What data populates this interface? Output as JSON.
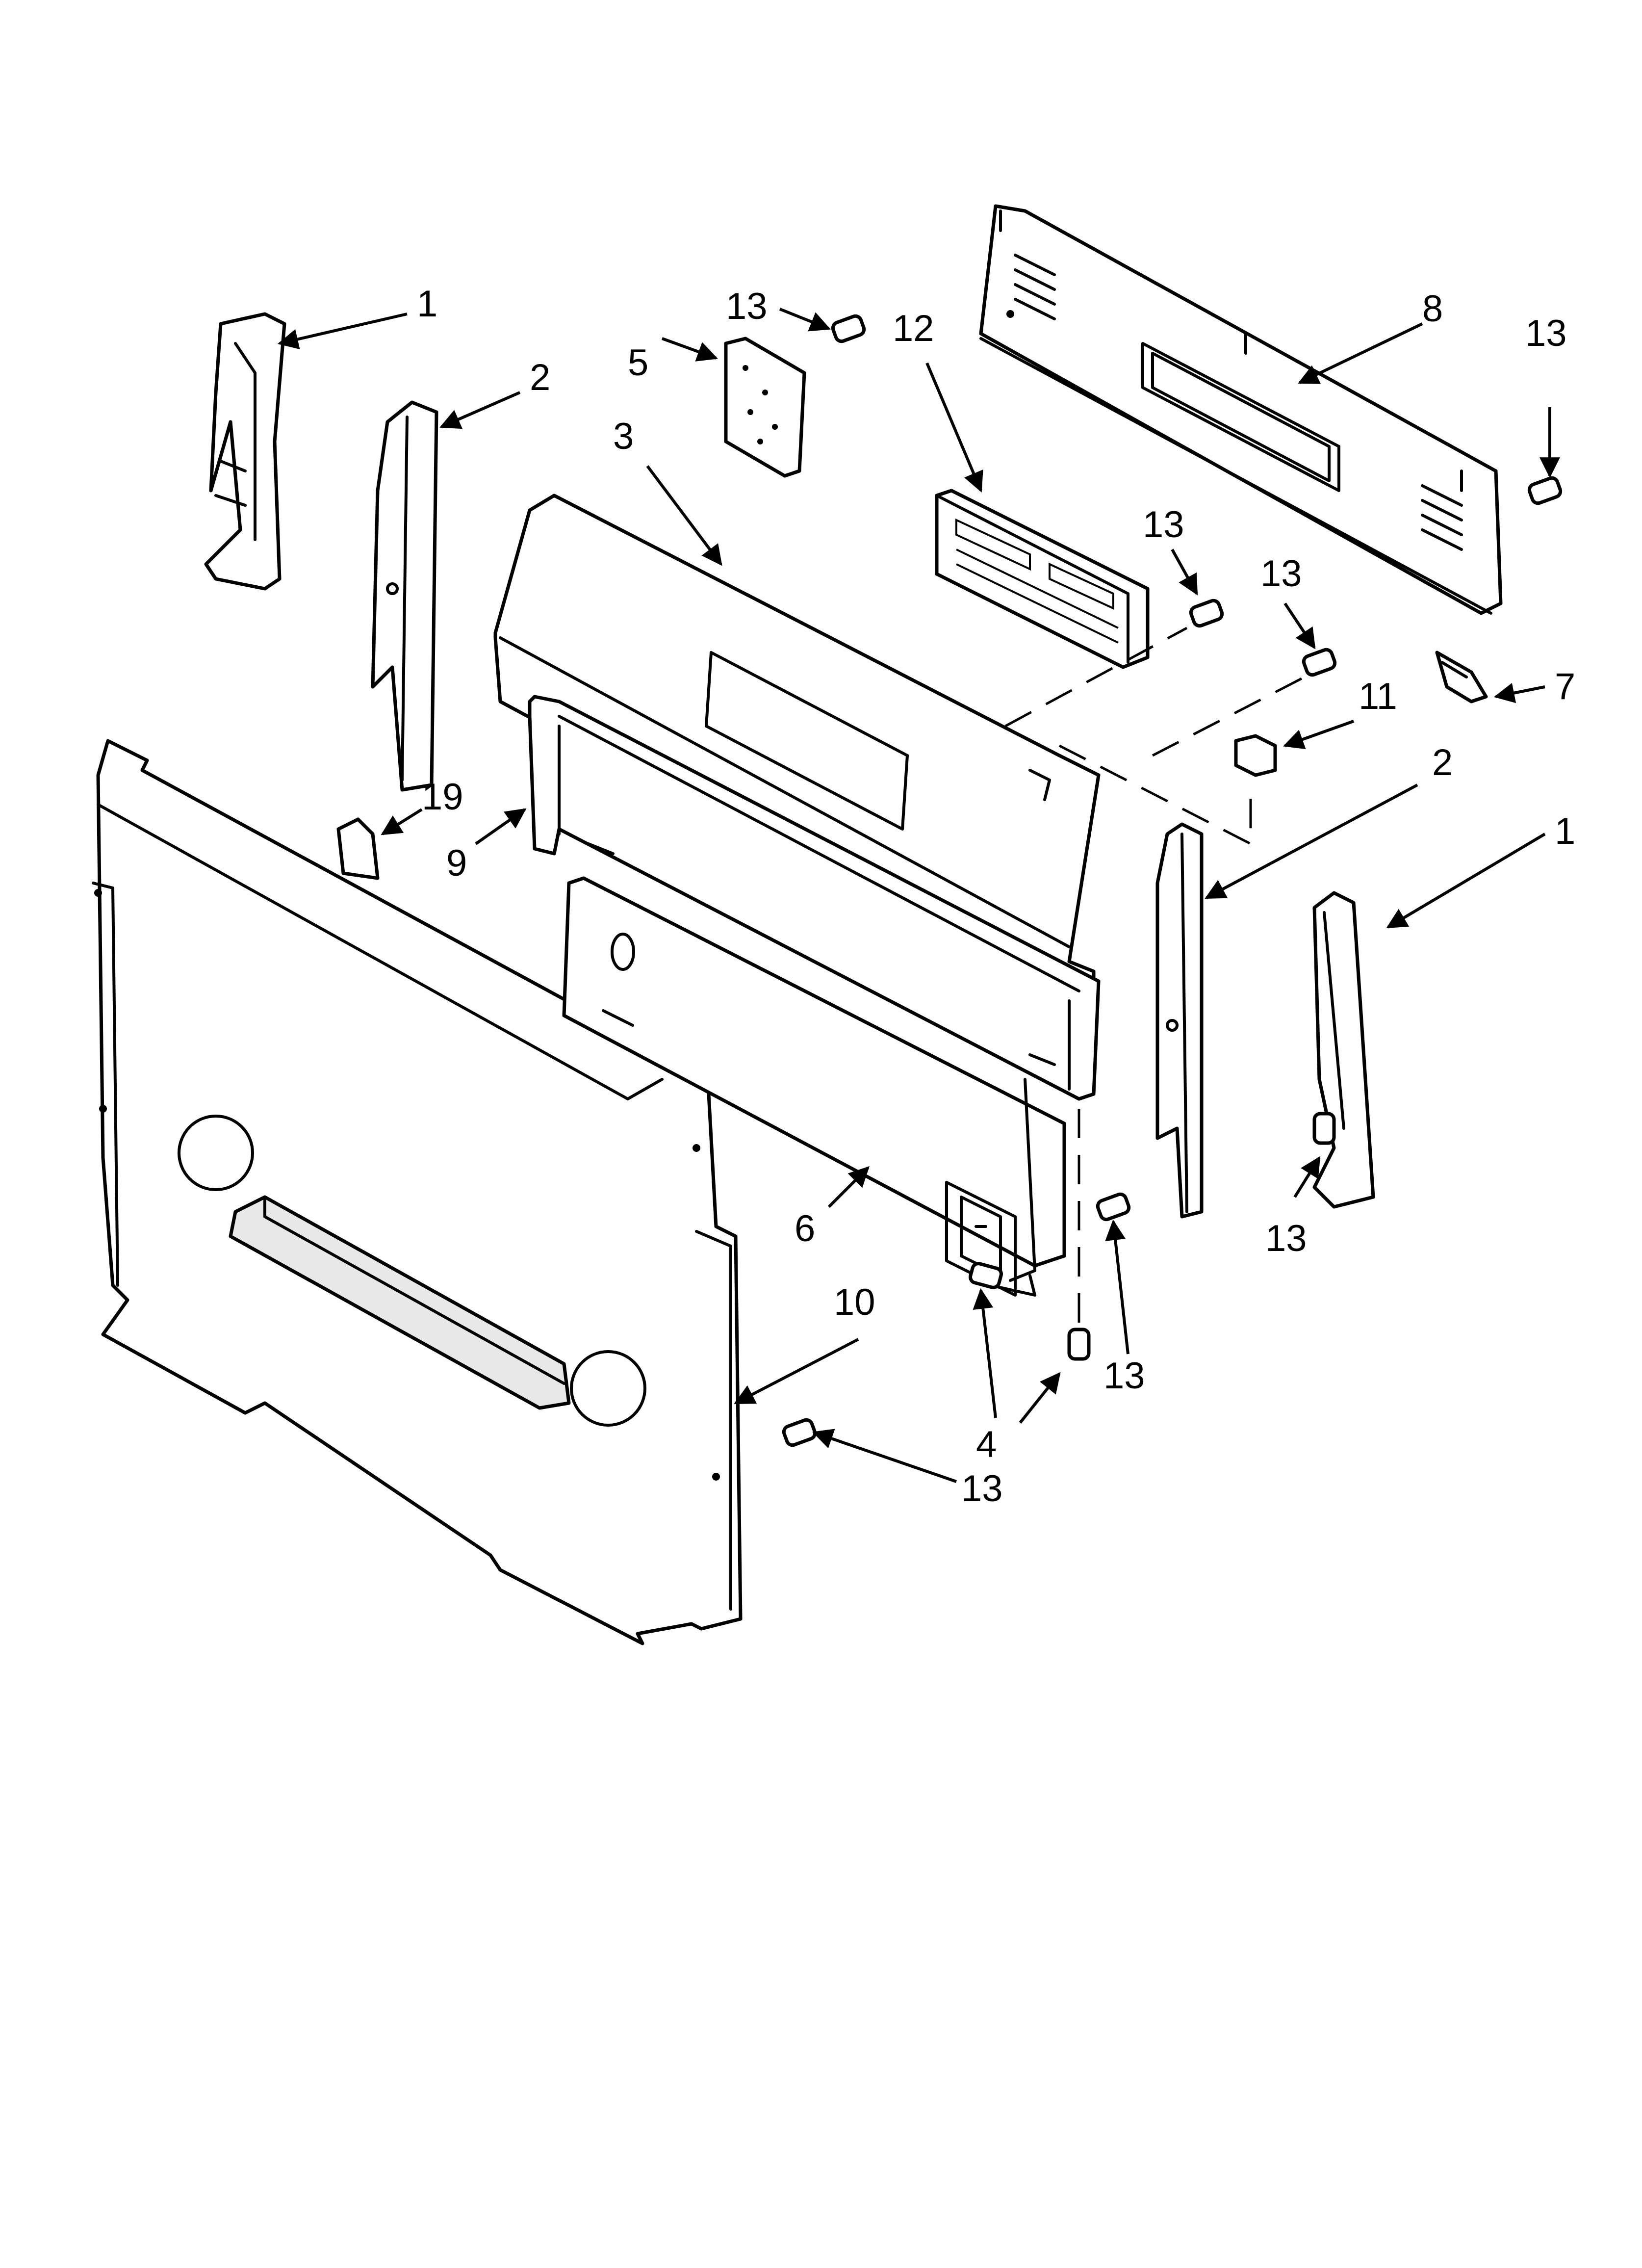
{
  "callouts": [
    {
      "id": "c1a",
      "label": "1"
    },
    {
      "id": "c2a",
      "label": "2"
    },
    {
      "id": "c3",
      "label": "3"
    },
    {
      "id": "c5",
      "label": "5"
    },
    {
      "id": "c13a",
      "label": "13"
    },
    {
      "id": "c12",
      "label": "12"
    },
    {
      "id": "c8",
      "label": "8"
    },
    {
      "id": "c13b",
      "label": "13"
    },
    {
      "id": "c13c",
      "label": "13"
    },
    {
      "id": "c13d",
      "label": "13"
    },
    {
      "id": "c7",
      "label": "7"
    },
    {
      "id": "c11",
      "label": "11"
    },
    {
      "id": "c2b",
      "label": "2"
    },
    {
      "id": "c1b",
      "label": "1"
    },
    {
      "id": "c19",
      "label": "19"
    },
    {
      "id": "c9",
      "label": "9"
    },
    {
      "id": "c6",
      "label": "6"
    },
    {
      "id": "c13e",
      "label": "13"
    },
    {
      "id": "c10",
      "label": "10"
    },
    {
      "id": "c13f",
      "label": "13"
    },
    {
      "id": "c4",
      "label": "4"
    },
    {
      "id": "c13g",
      "label": "13"
    }
  ]
}
